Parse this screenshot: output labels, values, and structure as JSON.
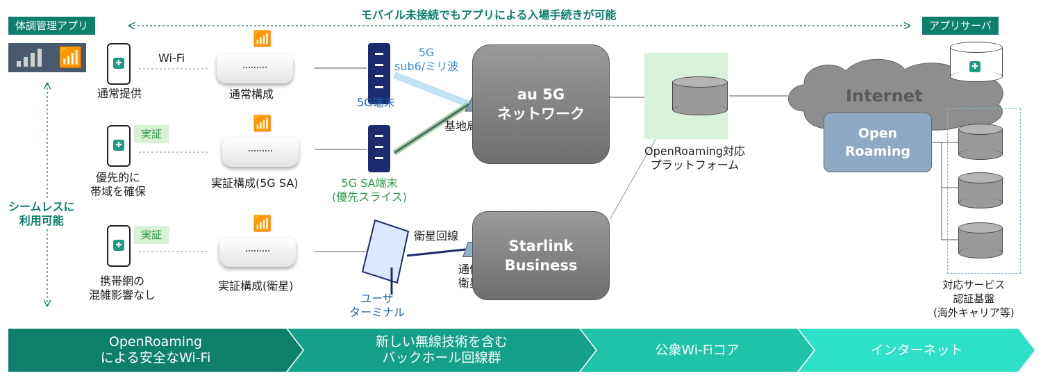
{
  "header": {
    "app_title": "体調管理アプリ",
    "banner": "モバイル未接続でもアプリによる入場手続きが可能",
    "server_title": "アプリサーバ"
  },
  "left": {
    "seamless": "シームレスに\n利用可能"
  },
  "rows": [
    {
      "device": "通常提供",
      "link": "Wi-Fi",
      "ap": "通常構成",
      "badge": ""
    },
    {
      "device": "優先的に\n帯域を確保",
      "link": "",
      "ap": "実証構成(5G SA)",
      "badge": "実証"
    },
    {
      "device": "携帯網の\n混雑影響なし",
      "link": "",
      "ap": "実証構成(衛星)",
      "badge": "実証"
    }
  ],
  "middle": {
    "term_5g": "5G端末",
    "term_5gsa": "5G SA端末\n(優先スライス)",
    "radio": "5G\nsub6/ミリ波",
    "base_station": "基地局",
    "satellite_line": "衛星回線",
    "comm_sat": "通信\n衛星",
    "user_terminal": "ユーザ\nターミナル"
  },
  "networks": {
    "au": "au 5G\nネットワーク",
    "starlink": "Starlink\nBusiness"
  },
  "platform": {
    "label": "OpenRoaming対応\nプラットフォーム"
  },
  "cloud": {
    "internet": "Internet",
    "open_roaming": "Open\nRoaming"
  },
  "auth": {
    "label": "対応サービス\n認証基盤\n(海外キャリア等)"
  },
  "footer": [
    {
      "label": "OpenRoaming\nによる安全なWi-Fi",
      "color": "#0d7f6b"
    },
    {
      "label": "新しい無線技術を含む\nバックホール回線群",
      "color": "#14a08a"
    },
    {
      "label": "公衆Wi-Fiコア",
      "color": "#1ec3aa"
    },
    {
      "label": "インターネット",
      "color": "#2ee0c8"
    }
  ],
  "colors": {
    "accent": "#0d7f6b",
    "terminal": "#1b2b6e",
    "gray_box": "#7f7f7f"
  }
}
